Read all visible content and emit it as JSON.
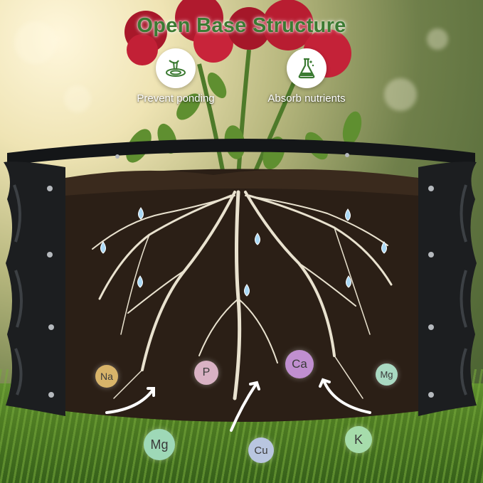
{
  "title": "Open Base Structure",
  "features": [
    {
      "label": "Prevent ponding",
      "icon": "water-ripple-icon"
    },
    {
      "label": "Absorb nutrients",
      "icon": "flask-icon"
    }
  ],
  "nutrients": [
    {
      "symbol": "Na",
      "color": "#d8b46a"
    },
    {
      "symbol": "P",
      "color": "#d9b2c4"
    },
    {
      "symbol": "Ca",
      "color": "#c08fd0"
    },
    {
      "symbol": "Mg",
      "color": "#a9d9c2"
    },
    {
      "symbol": "Mg",
      "color": "#9ed8b7"
    },
    {
      "symbol": "Cu",
      "color": "#b9c6e0"
    },
    {
      "symbol": "K",
      "color": "#a6dcab"
    }
  ],
  "colors": {
    "title": "#3b7a32",
    "accent": "#3b7a32",
    "bed": "#1b1d1f",
    "soil": "#2e2219"
  }
}
